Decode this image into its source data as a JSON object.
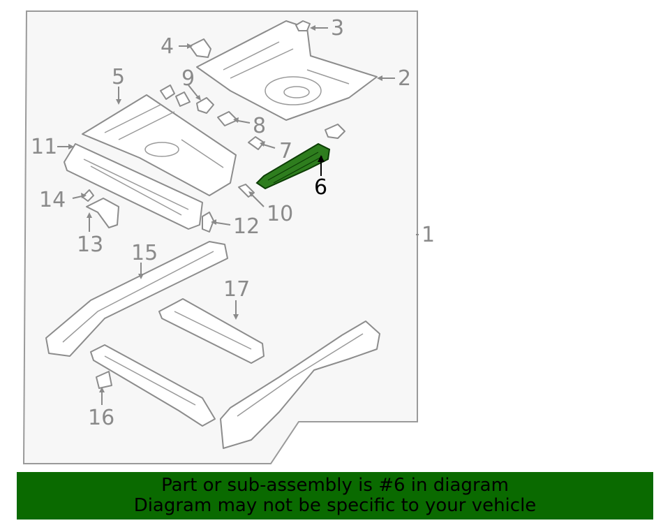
{
  "callouts": {
    "c1": "1",
    "c2": "2",
    "c3": "3",
    "c4": "4",
    "c5": "5",
    "c6": "6",
    "c7": "7",
    "c8": "8",
    "c9": "9",
    "c10": "10",
    "c11": "11",
    "c12": "12",
    "c13": "13",
    "c14": "14",
    "c15": "15",
    "c16": "16",
    "c17": "17"
  },
  "highlighted_part": "6",
  "colors": {
    "highlight_fill": "#2e7d1e",
    "banner_bg": "#0a6a00",
    "line_gray": "#8c8c8c"
  },
  "banner": {
    "line1": "Part or sub-assembly is #6 in diagram",
    "line2": "Diagram may not be specific to your vehicle"
  }
}
